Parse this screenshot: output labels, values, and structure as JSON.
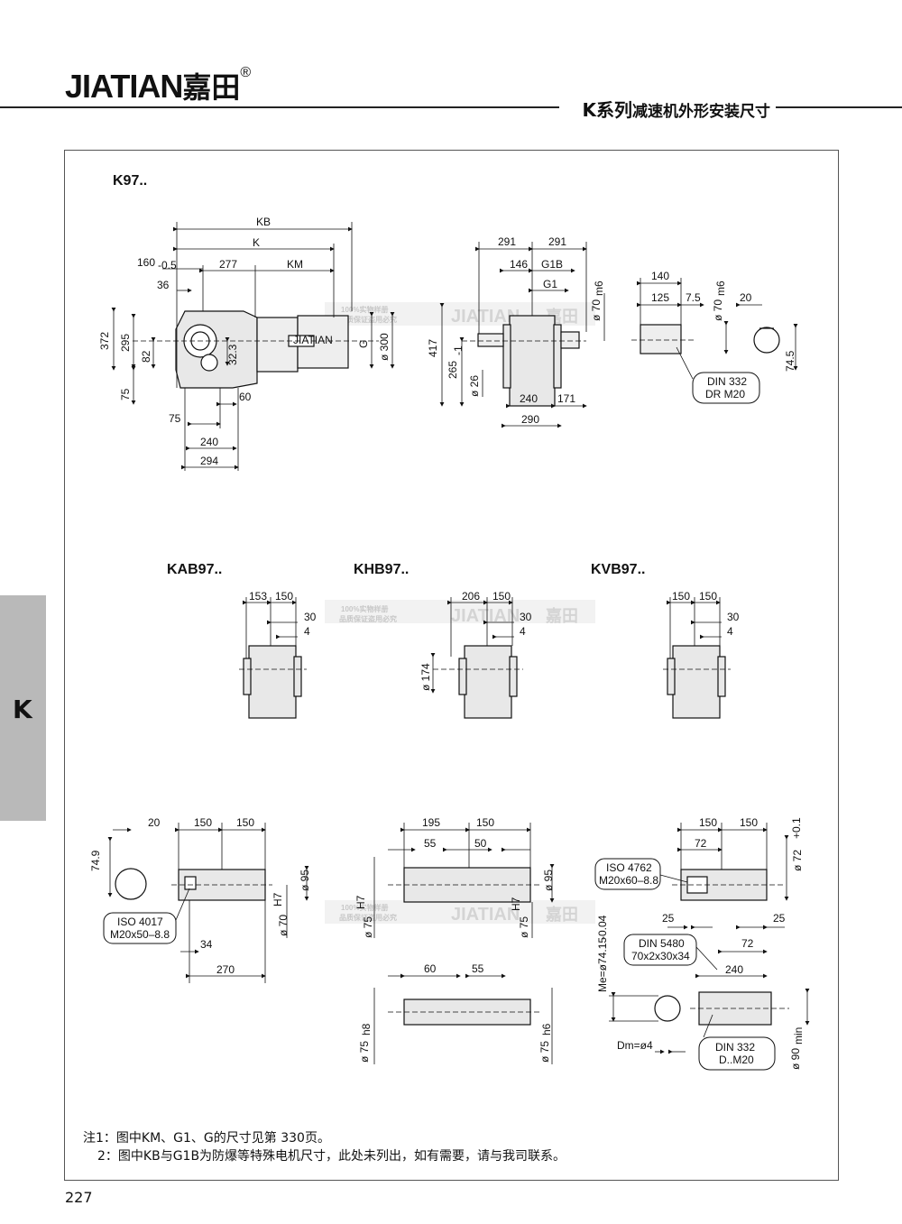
{
  "header": {
    "brand_latin": "JIATIAN",
    "brand_cn": "嘉田",
    "brand_mark": "®",
    "series": "K系列",
    "title": "减速机外形安装尺寸"
  },
  "side_tab": "K",
  "page_number": "227",
  "watermark": {
    "line1": "100%实物样册",
    "line2": "品质保证盗用必究",
    "brand": "JIATIAN",
    "brand_cn": "嘉田"
  },
  "sections": {
    "k97": "K97..",
    "kab97": "KAB97..",
    "khb97": "KHB97..",
    "kvb97": "KVB97.."
  },
  "dims": {
    "kb": "KB",
    "k": "K",
    "km": "KM",
    "g": "G",
    "g1": "G1",
    "g1b": "G1B",
    "d160": "160",
    "d160_tol": "-0.5",
    "d277": "277",
    "d36": "36",
    "d372": "372",
    "d295": "295",
    "d82": "82",
    "d32_3": "32.3",
    "d75a": "75",
    "d60": "60",
    "d75b": "75",
    "d240a": "240",
    "d294": "294",
    "d300": "ø 300",
    "d291a": "291",
    "d291b": "291",
    "d146": "146",
    "d417": "417",
    "d265": "265",
    "d265_tol": "-1",
    "d26": "ø 26",
    "d240b": "240",
    "d171": "171",
    "d290": "290",
    "d70m6": "ø 70",
    "m6": "m6",
    "d140": "140",
    "d125": "125",
    "d7_5": "7.5",
    "d70m6b": "ø 70",
    "d20a": "20",
    "d74_5": "74.5",
    "din332a_1": "DIN 332",
    "din332a_2": "DR M20",
    "kab153": "153",
    "kab150": "150",
    "kab30": "30",
    "kab4": "4",
    "khb206": "206",
    "khb150": "150",
    "khb30": "30",
    "khb4": "4",
    "khb174": "ø 174",
    "kvb150a": "150",
    "kvb150b": "150",
    "kvb30": "30",
    "kvb4": "4",
    "h20": "20",
    "h150a": "150",
    "h150b": "150",
    "h74_9": "74.9",
    "h95": "ø 95",
    "h70": "ø 70",
    "h7": "H7",
    "h34": "34",
    "h270": "270",
    "iso4017_1": "ISO 4017",
    "iso4017_2": "M20x50–8.8",
    "v195": "195",
    "v150": "150",
    "v55a": "55",
    "v50": "50",
    "v95": "ø 95",
    "v75a": "ø 75",
    "v75b": "ø 75",
    "v60": "60",
    "v55b": "55",
    "v75c": "ø 75",
    "h8": "h8",
    "v75d": "ø 75",
    "h6": "h6",
    "r150a": "150",
    "r150b": "150",
    "r72a": "72",
    "r72b": "ø 72",
    "r72_tol": "+0.1",
    "iso4762_1": "ISO 4762",
    "iso4762_2": "M20x60–8.8",
    "r25a": "25",
    "r25b": "25",
    "r72c": "72",
    "din5480_1": "DIN 5480",
    "din5480_2": "70x2x30x34",
    "r240": "240",
    "me": "Me=ø74.15",
    "me_tol": "-0.04",
    "dm": "Dm=ø4",
    "din332b_1": "DIN 332",
    "din332b_2": "D..M20",
    "r90": "ø 90",
    "min": "min"
  },
  "notes": {
    "note1": "注1：图中KM、G1、G的尺寸见第 330页。",
    "note2": "2：图中KB与G1B为防爆等特殊电机尺寸，此处未列出，如有需要，请与我司联系。"
  }
}
